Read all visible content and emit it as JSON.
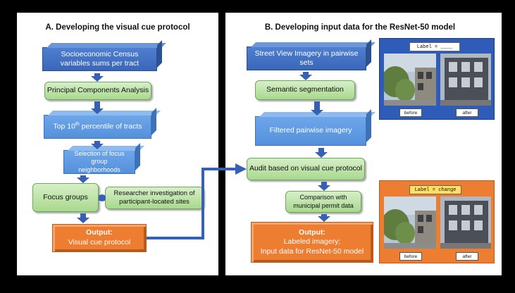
{
  "panel_a": {
    "title": "A.   Developing the visual cue protocol",
    "box1": "Socioeconomic Census variables sums per tract",
    "box2": "Principal Components Analysis",
    "box3_pre": "Top 10",
    "box3_sup": "th",
    "box3_post": " percentile of tracts",
    "box4": "Selection of focus group neighborhoods",
    "box5": "Focus groups",
    "box6": "Researcher investigation of participant-located sites",
    "out_title": "Output:",
    "out_text": "Visual cue protocol"
  },
  "panel_b": {
    "title": "B. Developing input data for the ResNet-50 model",
    "box1": "Street View Imagery in pairwise sets",
    "box2": "Semantic segmentation",
    "box3": "Filtered pairwise imagery",
    "box4": "Audit based on visual cue protocol",
    "box5": "Comparison with municipal permit data",
    "out_title": "Output:",
    "out_line1": "Labeled imagery;",
    "out_line2": "Input data for ResNet-50 model",
    "img_top": {
      "label": "Label = ____",
      "before": "before",
      "after": "after"
    },
    "img_bottom": {
      "label": "Label = change",
      "before": "before",
      "after": "after"
    }
  },
  "colors": {
    "blue": "#3a66b8",
    "light_blue": "#5490dc",
    "green": "#a8d98e",
    "orange": "#ed7d31",
    "arrow": "#3560b4",
    "frame_blue": "#2e5cb8"
  }
}
